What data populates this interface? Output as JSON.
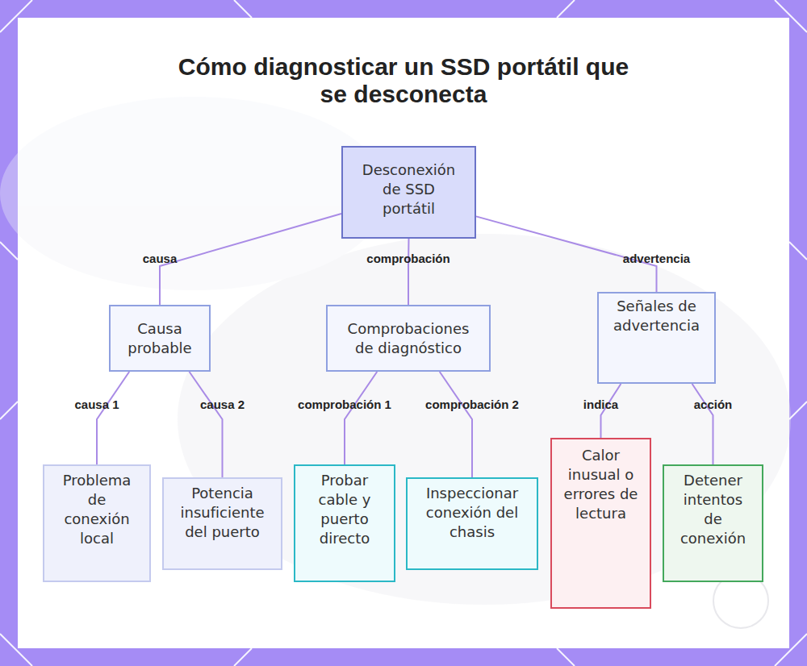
{
  "diagram": {
    "title": "Cómo diagnosticar un SSD portátil que se desconecta",
    "nodes": [
      {
        "text": [
          "Desconexión de SSD portátil"
        ]
      },
      {
        "text": [
          "Causa probable"
        ]
      },
      {
        "text": [
          "Comprobaciones de diagnóstico"
        ]
      },
      {
        "text": [
          "Señales de advertencia"
        ]
      },
      {
        "text": [
          "Problema de conexión local"
        ]
      },
      {
        "text": [
          "Potencia insuficiente del puerto"
        ]
      },
      {
        "text": [
          "Probar cable y puerto directo"
        ]
      },
      {
        "text": [
          "Inspeccionar conexión del chasis"
        ]
      },
      {
        "text": [
          "Calor inusual o errores de lectura"
        ]
      },
      {
        "text": [
          "Detener intentos de conexión"
        ]
      }
    ],
    "edges": [
      {
        "from": 0,
        "to": 1,
        "label": "causa",
        "arrow": "none"
      },
      {
        "from": 0,
        "to": 2,
        "label": "comprobación",
        "arrow": "none"
      },
      {
        "from": 0,
        "to": 3,
        "label": "advertencia",
        "arrow": "none"
      },
      {
        "from": 1,
        "to": 4,
        "label": "causa 1",
        "arrow": "none"
      },
      {
        "from": 1,
        "to": 5,
        "label": "causa 2",
        "arrow": "none"
      },
      {
        "from": 2,
        "to": 6,
        "label": "comprobación 1",
        "arrow": "none"
      },
      {
        "from": 2,
        "to": 7,
        "label": "comprobación 2",
        "arrow": "none"
      },
      {
        "from": 3,
        "to": 8,
        "label": "indica",
        "arrow": "none"
      },
      {
        "from": 3,
        "to": 9,
        "label": "acción",
        "arrow": "none"
      }
    ]
  }
}
